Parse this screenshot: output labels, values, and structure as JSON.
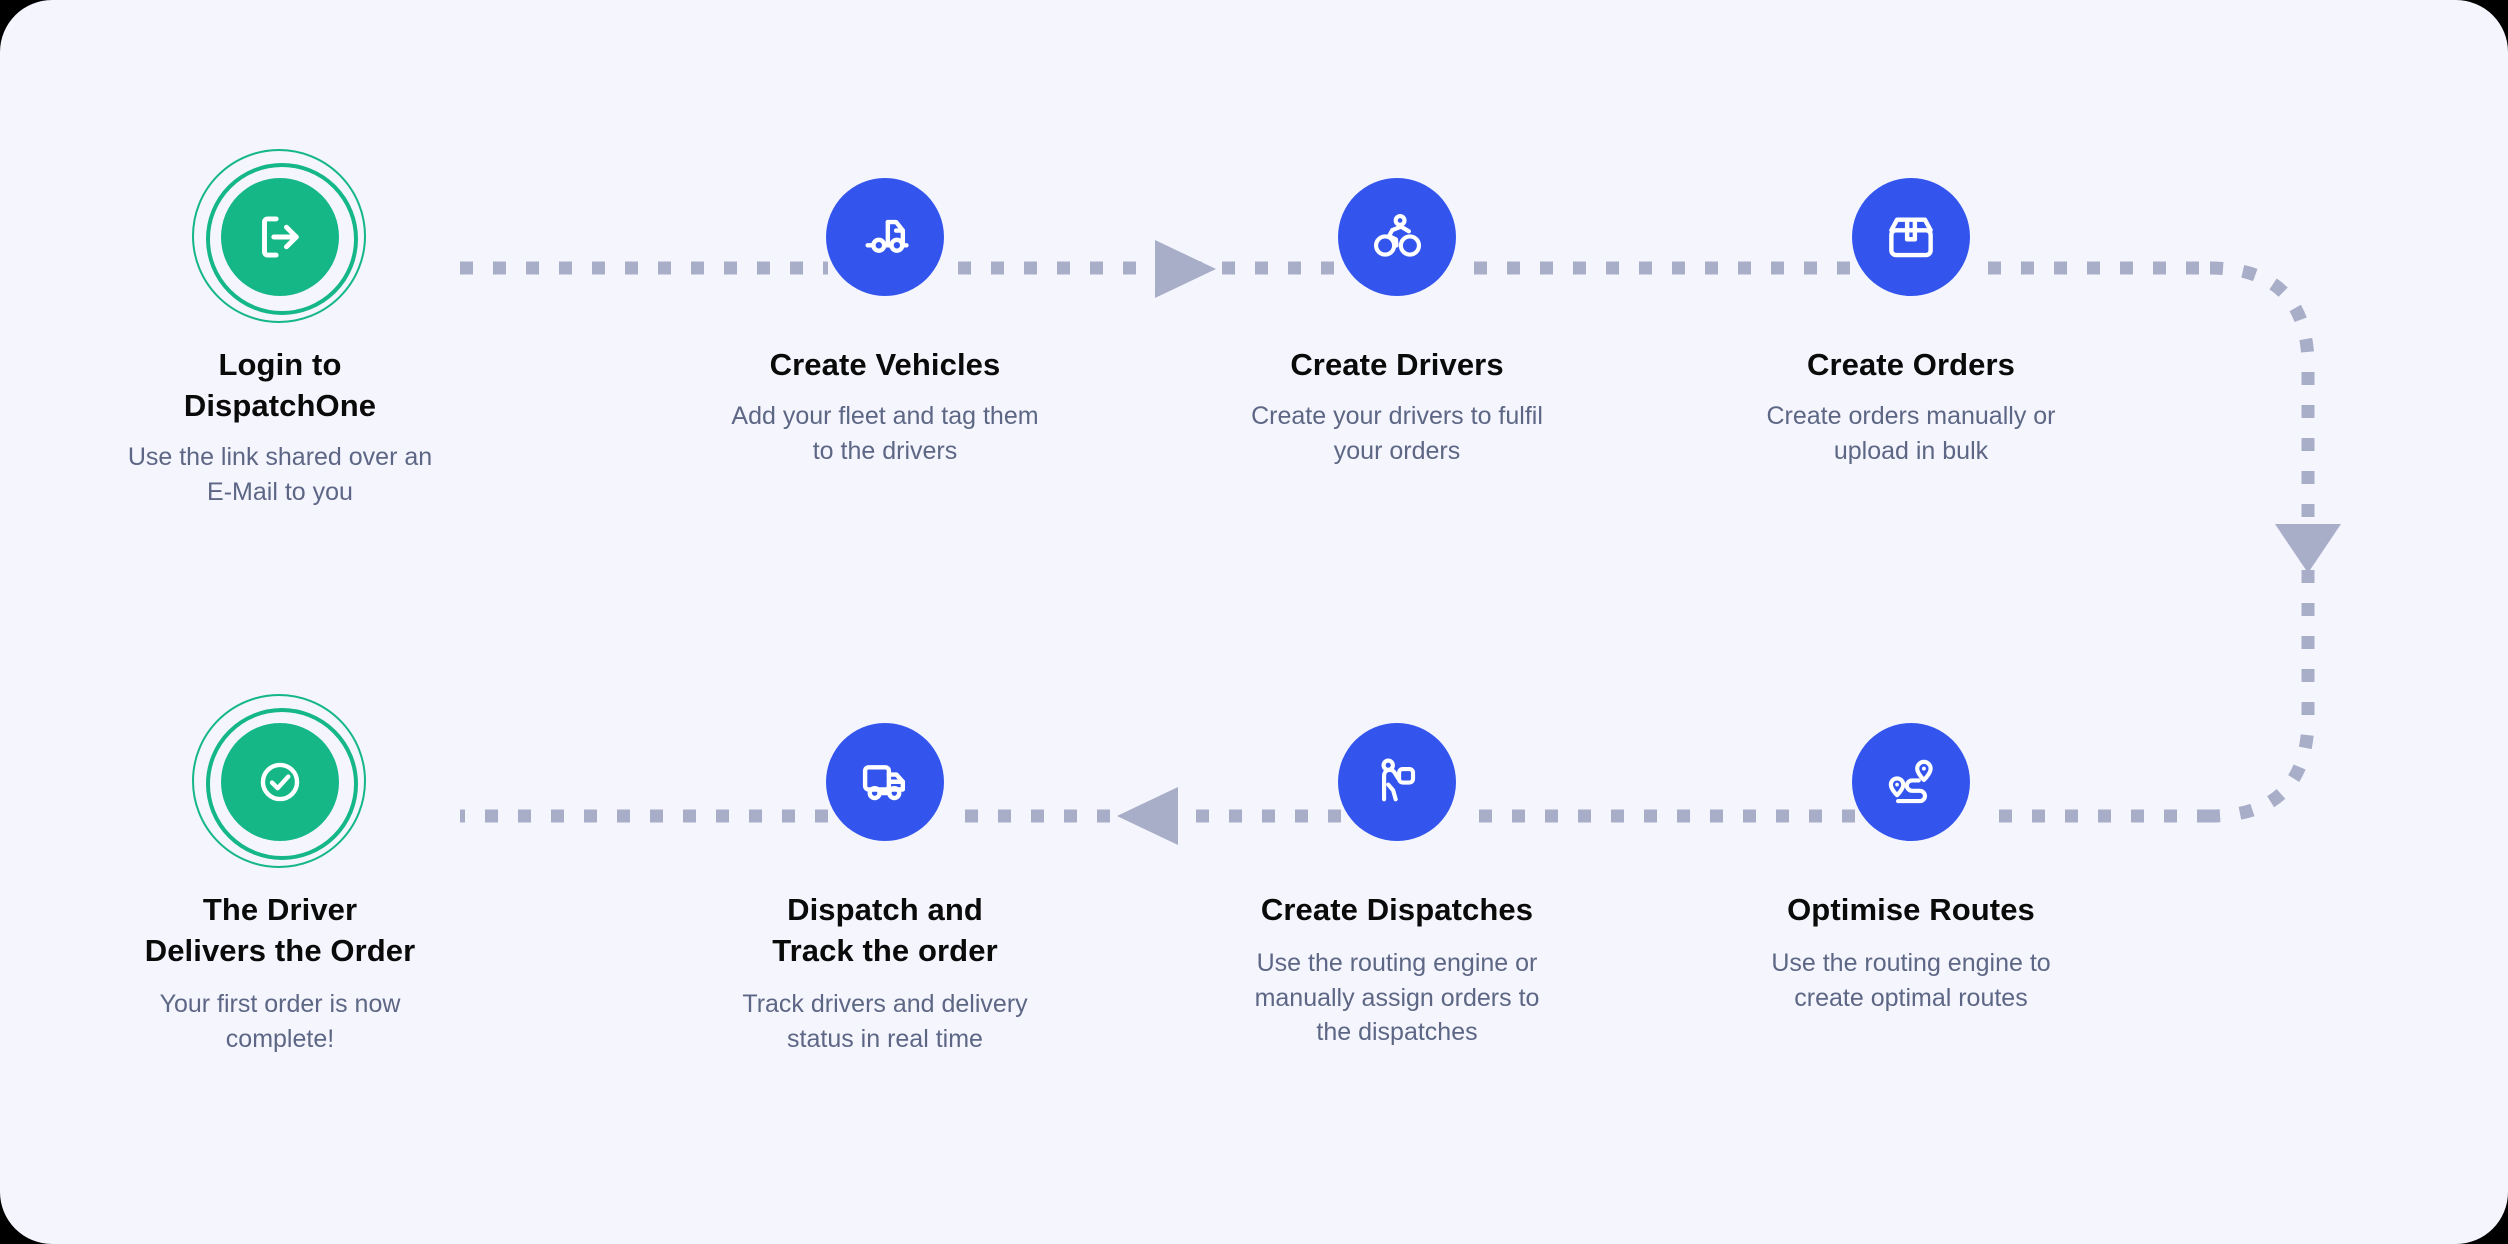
{
  "diagram": {
    "title": "DispatchOne onboarding workflow",
    "background_color": "#F4F5FD",
    "connector_color": "#A8AEC8",
    "accent_blue": "#3355EE",
    "accent_green": "#14B785",
    "title_color": "#0A0A0A",
    "description_color": "#5D6785",
    "flow_direction": "top row left-to-right, curve down on right edge, bottom row right-to-left"
  },
  "steps": [
    {
      "index": 1,
      "icon": "login-arrow-icon",
      "badge_style": "green-ringed",
      "title": "Login to\nDispatchOne",
      "title_lines": [
        "Login to",
        "DispatchOne"
      ],
      "description": "Use the link shared over an E-Mail to you",
      "description_lines": [
        "Use the link shared over an",
        "E-Mail to you"
      ]
    },
    {
      "index": 2,
      "icon": "tractor-truck-icon",
      "badge_style": "blue",
      "title": "Create Vehicles",
      "title_lines": [
        "Create Vehicles"
      ],
      "description": "Add your fleet and tag them to the drivers",
      "description_lines": [
        "Add your fleet and tag them",
        "to the drivers"
      ]
    },
    {
      "index": 3,
      "icon": "cyclist-icon",
      "badge_style": "blue",
      "title": "Create Drivers",
      "title_lines": [
        "Create Drivers"
      ],
      "description": "Create your drivers to fulfil your orders",
      "description_lines": [
        "Create your drivers to fulfil",
        "your orders"
      ]
    },
    {
      "index": 4,
      "icon": "package-box-icon",
      "badge_style": "blue",
      "title": "Create Orders",
      "title_lines": [
        "Create Orders"
      ],
      "description": "Create orders manually or upload in bulk",
      "description_lines": [
        "Create orders manually or",
        "upload in bulk"
      ]
    },
    {
      "index": 5,
      "icon": "route-pins-icon",
      "badge_style": "blue",
      "title": "Optimise Routes",
      "title_lines": [
        "Optimise Routes"
      ],
      "description": "Use the routing engine to create optimal routes",
      "description_lines": [
        "Use the routing engine to",
        "create optimal routes"
      ]
    },
    {
      "index": 6,
      "icon": "person-carrying-box-icon",
      "badge_style": "blue",
      "title": "Create Dispatches",
      "title_lines": [
        "Create Dispatches"
      ],
      "description": "Use the routing engine or manually assign orders to the dispatches",
      "description_lines": [
        "Use the routing engine or",
        "manually assign orders to",
        "the dispatches"
      ]
    },
    {
      "index": 7,
      "icon": "delivery-truck-icon",
      "badge_style": "blue",
      "title": "Dispatch and\nTrack the order",
      "title_lines": [
        "Dispatch and",
        "Track the order"
      ],
      "description": "Track drivers and delivery status in real time",
      "description_lines": [
        "Track drivers and delivery",
        "status in real time"
      ]
    },
    {
      "index": 8,
      "icon": "check-circle-icon",
      "badge_style": "green-ringed",
      "title": "The Driver\nDelivers the Order",
      "title_lines": [
        "The Driver",
        "Delivers the Order"
      ],
      "description": "Your first order is now complete!",
      "description_lines": [
        "Your first order is now",
        "complete!"
      ]
    }
  ],
  "connectors": [
    {
      "name": "step1-to-step2",
      "type": "dotted-horizontal",
      "direction": "right"
    },
    {
      "name": "step2-to-step3",
      "type": "dotted-horizontal-with-arrow",
      "direction": "right"
    },
    {
      "name": "step3-to-step4",
      "type": "dotted-horizontal",
      "direction": "right"
    },
    {
      "name": "step4-to-step5",
      "type": "dotted-curve-with-arrow",
      "direction": "down"
    },
    {
      "name": "step5-to-step6",
      "type": "dotted-horizontal",
      "direction": "left"
    },
    {
      "name": "step6-to-step7",
      "type": "dotted-horizontal-with-arrow",
      "direction": "left"
    },
    {
      "name": "step7-to-step8",
      "type": "dotted-horizontal",
      "direction": "left"
    }
  ]
}
